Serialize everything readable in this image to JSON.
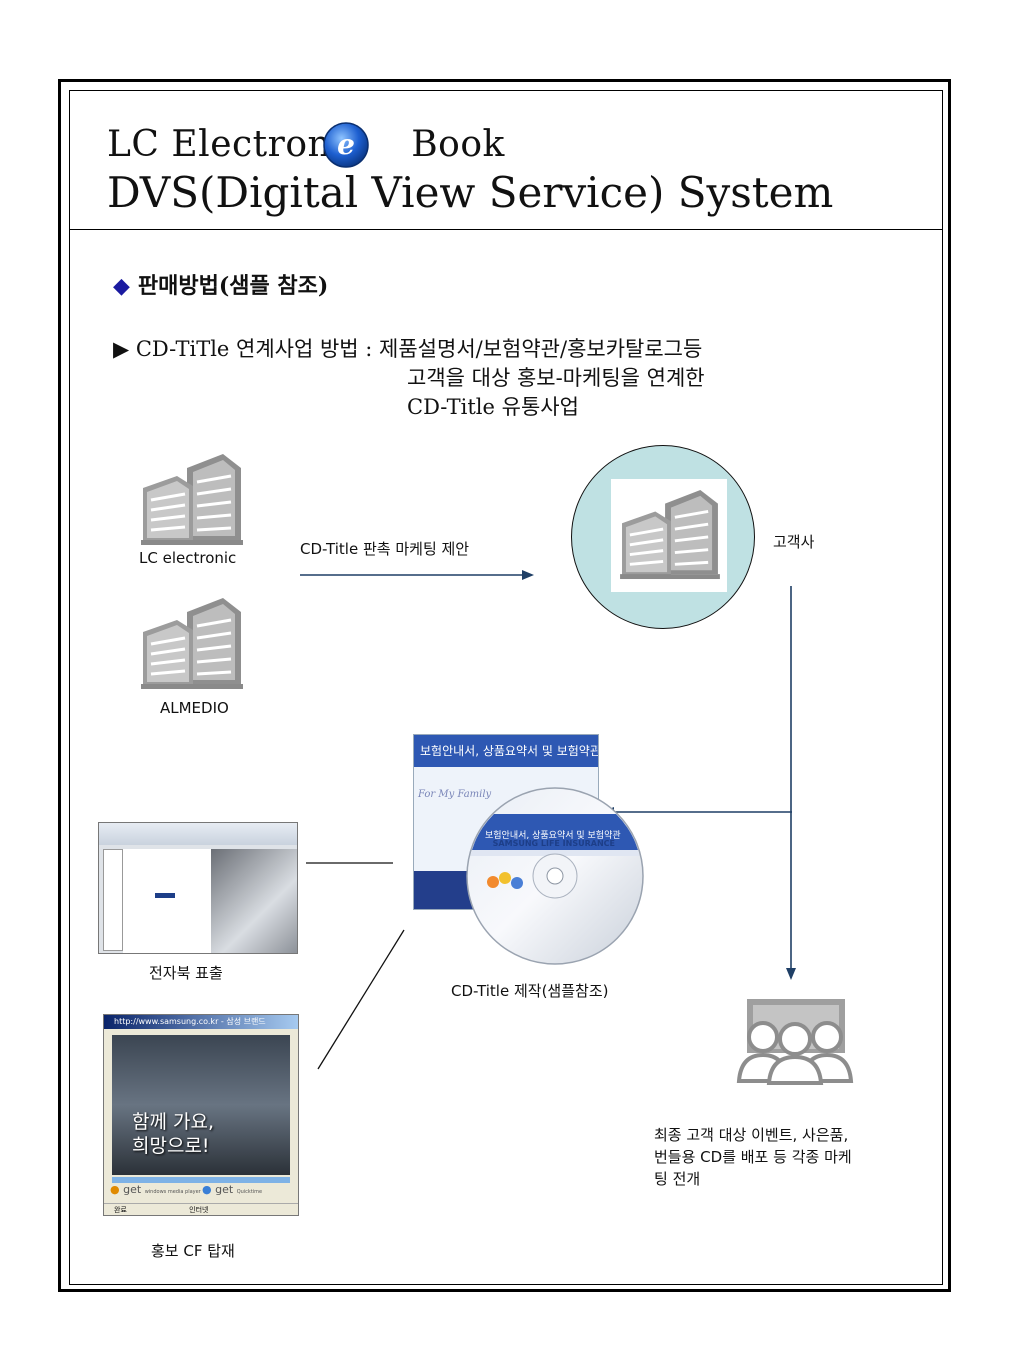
{
  "header": {
    "title_line1_a": "LC Electron",
    "title_line1_b": "Book",
    "title_badge_letter": "e",
    "title_line2": "DVS(Digital View Service) System"
  },
  "section": {
    "bullet": "◆",
    "title": "판매방법(샘플 참조)"
  },
  "cd_business": {
    "lead": "▶ CD-TiTle 연계사업 방법 : 제품설명서/보험약관/홍보카탈로그등",
    "line2": "고객을 대상 홍보-마케팅을 연계한",
    "line3": "CD-Title 유통사업"
  },
  "diagram": {
    "lc_label": "LC electronic",
    "almedio_label": "ALMEDIO",
    "arrow_label": "CD-Title 판촉 마케팅 제안",
    "client_label": "고객사",
    "ebook_label": "전자북 표출",
    "cf_label": "홍보 CF 탑재",
    "cd_label": "CD-Title 제작(샘플참조)",
    "final_line1": "최종 고객 대상 이벤트, 사은품,",
    "final_line2": "번들용 CD를 배포 등 각종 마케",
    "final_line3": "팅 전개"
  },
  "samples": {
    "brochure_title": "보험안내서, 상품요약서 및 보험약관",
    "brochure_sub": "For My Family",
    "disc_title": "보험안내서, 상품요약서 및 보험약관",
    "disc_brand": "SAMSUNG LIFE INSURANCE",
    "browser_url": "http://www.samsung.co.kr - 삼성 브랜드",
    "promo_line1": "함께 가요,",
    "promo_line2": "희망으로!",
    "status_done": "완료",
    "status_zone": "인터넷",
    "get_label1": "get",
    "get_label2": "get",
    "get_sub1": "windows media player",
    "get_sub2": "Quicktime"
  },
  "colors": {
    "arrow": "#1f3f66",
    "building": "#9c9c9c",
    "circle_fill": "#bfe1e3",
    "badge_blue": "#1d5fd0"
  }
}
